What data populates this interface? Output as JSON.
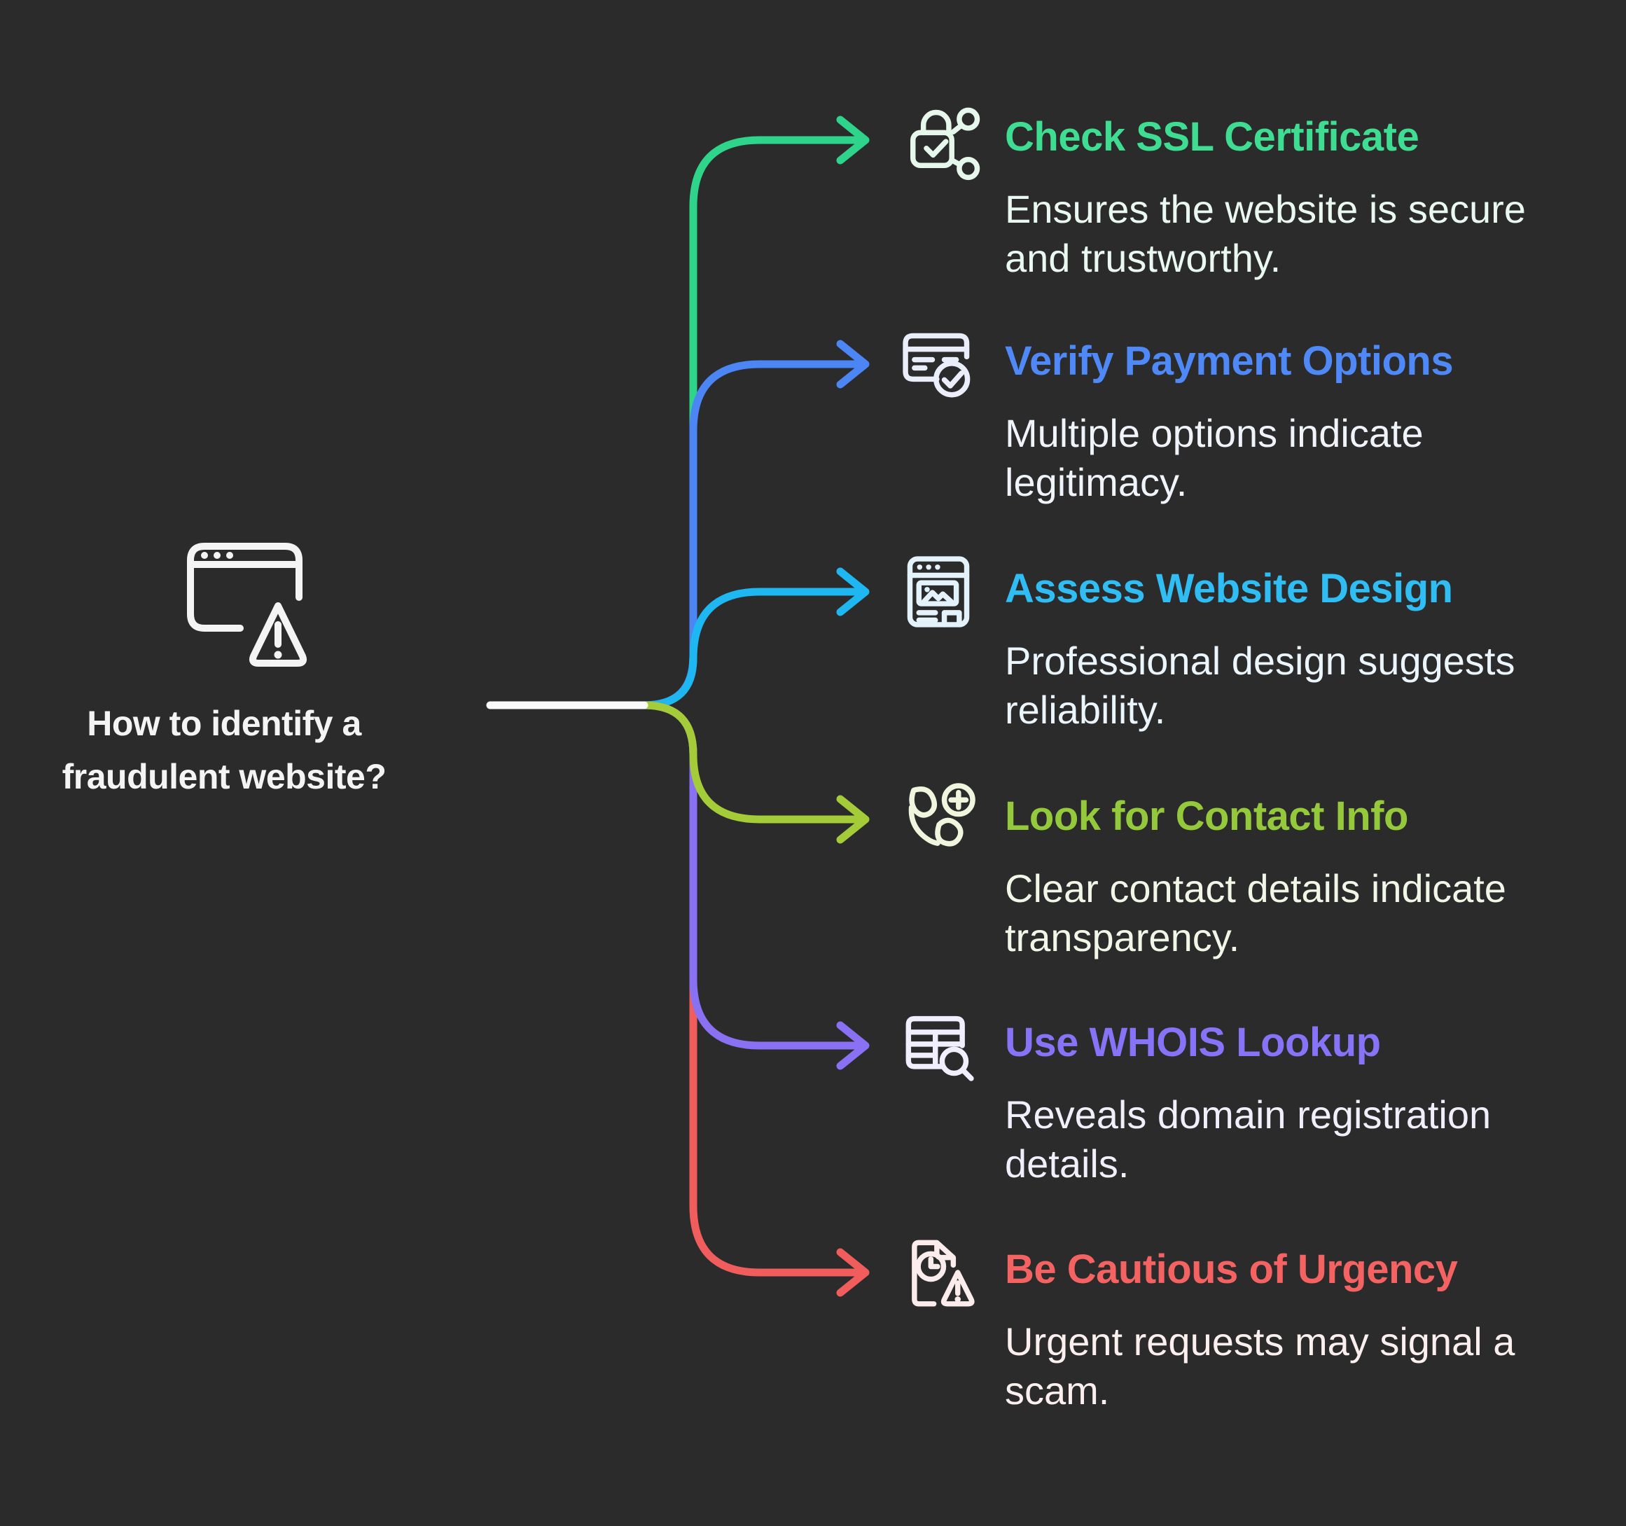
{
  "background": "#2b2b2b",
  "root": {
    "icon": "browser-warning-icon",
    "icon_color": "#f4f4f4",
    "stem_color": "#fafafa",
    "title_color": "#f4f4f4",
    "title_lines": [
      "How to identify a",
      "fraudulent website?"
    ]
  },
  "items": [
    {
      "icon": "lock-share-icon",
      "title": "Check SSL Certificate",
      "accent": "#3edd91",
      "line": "#2ed489",
      "tint": "#e6f7ec",
      "desc_color": "#e9f8f0",
      "desc_lines": [
        "Ensures the website is secure",
        "and trustworthy."
      ]
    },
    {
      "icon": "credit-card-check-icon",
      "title": "Verify Payment Options",
      "accent": "#4f88f7",
      "line": "#4c85f4",
      "tint": "#e9eefa",
      "desc_color": "#eff3fa",
      "desc_lines": [
        "Multiple options indicate",
        "legitimacy."
      ]
    },
    {
      "icon": "browser-image-icon",
      "title": "Assess Website Design",
      "accent": "#2fbdf4",
      "line": "#1eb7f1",
      "tint": "#e3f2fb",
      "desc_color": "#eaf5fc",
      "desc_lines": [
        "Professional design suggests",
        "reliability."
      ]
    },
    {
      "icon": "phone-plus-icon",
      "title": "Look for Contact Info",
      "accent": "#95c93c",
      "line": "#a3cc38",
      "tint": "#eff6dd",
      "desc_color": "#f1f7e6",
      "desc_lines": [
        "Clear contact details indicate",
        "transparency."
      ]
    },
    {
      "icon": "table-search-icon",
      "title": "Use WHOIS Lookup",
      "accent": "#8673f7",
      "line": "#8a70f3",
      "tint": "#f1effd",
      "desc_color": "#f1effb",
      "desc_lines": [
        "Reveals domain registration",
        "details."
      ]
    },
    {
      "icon": "document-clock-warning-icon",
      "title": "Be Cautious of Urgency",
      "accent": "#f56262",
      "line": "#f15d5d",
      "tint": "#fdecec",
      "desc_color": "#fcf0ef",
      "desc_lines": [
        "Urgent requests may signal a",
        "scam."
      ]
    }
  ]
}
